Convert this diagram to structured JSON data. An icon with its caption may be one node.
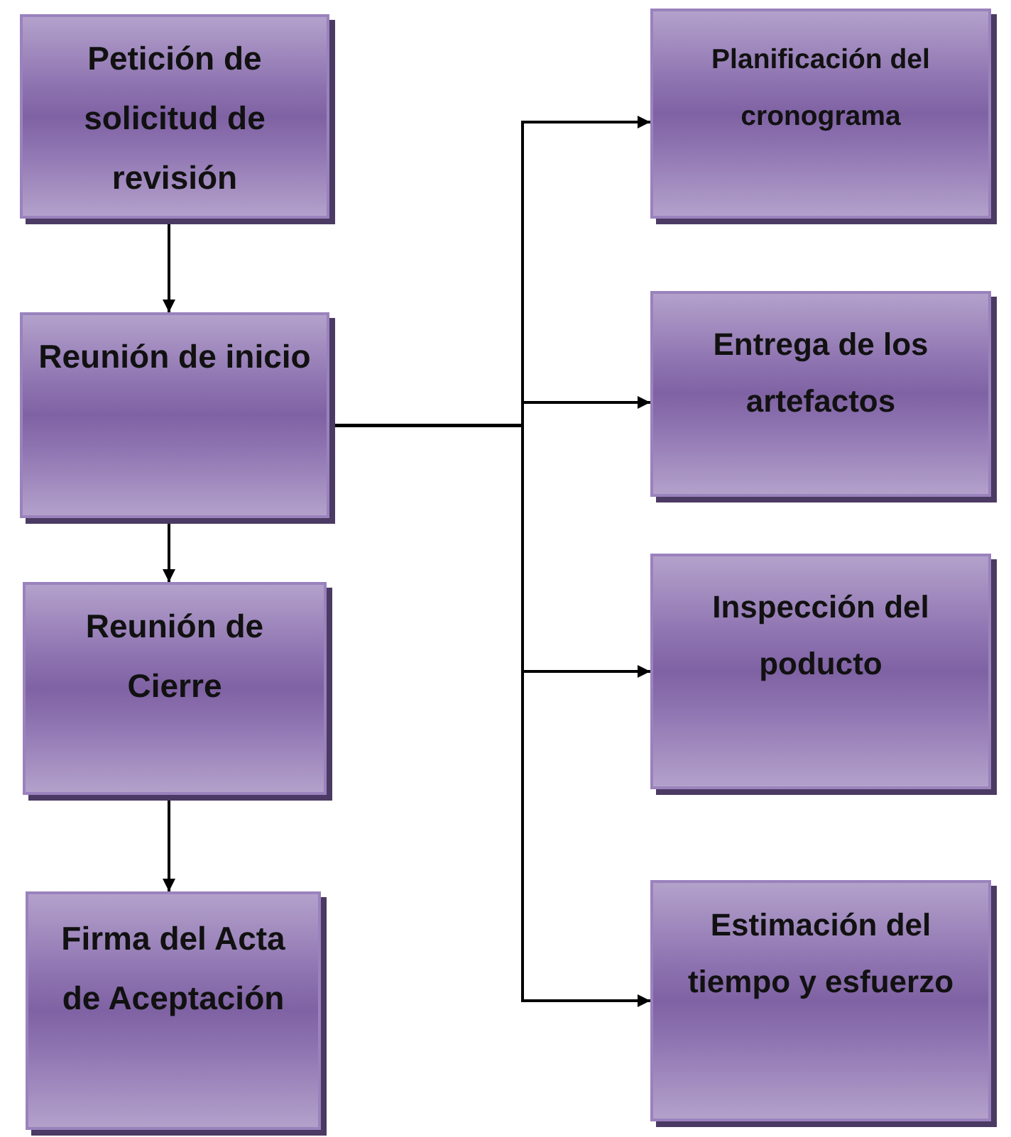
{
  "diagram": {
    "nodes": [
      {
        "text": [
          "Petición de solicitud de revisión"
        ]
      },
      {
        "text": [
          "Reunión de inicio"
        ]
      },
      {
        "text": [
          "Reunión de Cierre"
        ]
      },
      {
        "text": [
          "Firma del Acta de Aceptación"
        ]
      },
      {
        "text": [
          "Planificación del cronograma"
        ]
      },
      {
        "text": [
          "Entrega de los artefactos"
        ]
      },
      {
        "text": [
          "Inspección del poducto"
        ]
      },
      {
        "text": [
          "Estimación del tiempo y esfuerzo"
        ]
      }
    ],
    "edges": [
      {
        "from": 0,
        "to": 1,
        "arrow": "to"
      },
      {
        "from": 1,
        "to": 2,
        "arrow": "to"
      },
      {
        "from": 2,
        "to": 3,
        "arrow": "to"
      },
      {
        "from": 1,
        "to": 4,
        "arrow": "to"
      },
      {
        "from": 1,
        "to": 5,
        "arrow": "to"
      },
      {
        "from": 1,
        "to": 6,
        "arrow": "to"
      },
      {
        "from": 1,
        "to": 7,
        "arrow": "to"
      }
    ]
  }
}
